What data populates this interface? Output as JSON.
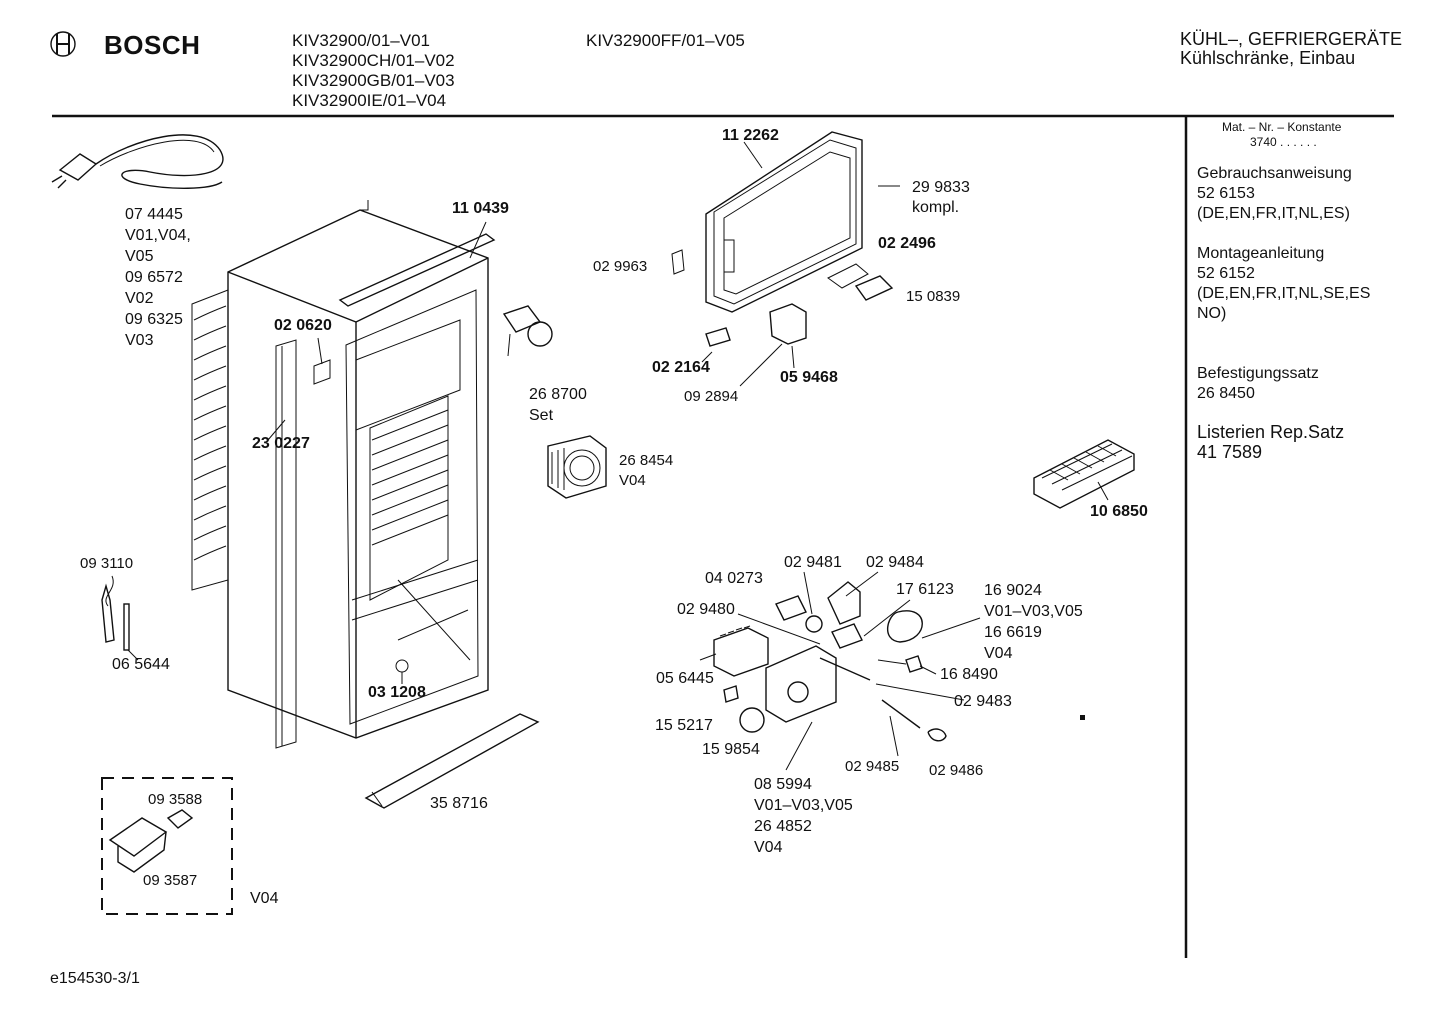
{
  "brand": {
    "name": "BOSCH",
    "logo_icon": "bosch-armature-icon"
  },
  "header": {
    "models_left": [
      "KIV32900/01–V01",
      "KIV32900CH/01–V02",
      "KIV32900GB/01–V03",
      "KIV32900IE/01–V04"
    ],
    "model_right": "KIV32900FF/01–V05",
    "category_line1": "KÜHL–, GEFRIERGERÄTE",
    "category_line2": "Kühlschränke, Einbau"
  },
  "sidebar": {
    "mat_header": "Mat. – Nr. – Konstante",
    "mat_value": "3740  .  .  .  .  .  .",
    "blocks": [
      {
        "title": "Gebrauchsanweisung",
        "lines": [
          "52 6153",
          "(DE,EN,FR,IT,NL,ES)"
        ]
      },
      {
        "title": "Montageanleitung",
        "lines": [
          "52 6152",
          "(DE,EN,FR,IT,NL,SE,ES",
          "NO)"
        ]
      },
      {
        "title": "Befestigungssatz",
        "lines": [
          "26 8450"
        ]
      },
      {
        "title": "Listerien Rep.Satz",
        "lines": [
          "41 7589"
        ]
      }
    ]
  },
  "parts": {
    "cord": [
      "07 4445",
      "V01,V04,",
      "V05",
      "09 6572",
      "V02",
      "09 6325",
      "V03"
    ],
    "p110439": "11 0439",
    "p020620": "02 0620",
    "p230227": "23 0227",
    "p031208": "03 1208",
    "p093110": "09 3110",
    "p065644": "06 5644",
    "p358716": "35 8716",
    "p093588": "09 3588",
    "p093587": "09 3587",
    "v04_box": "V04",
    "p112262": "11 2262",
    "p299833": "29 9833",
    "p299833_note": "kompl.",
    "p029963": "02 9963",
    "p022496": "02 2496",
    "p150839": "15 0839",
    "p022164": "02 2164",
    "p059468": "05 9468",
    "p092894": "09 2894",
    "p268700": "26 8700",
    "p268700_note": "Set",
    "p268454": "26 8454",
    "p268454_note": "V04",
    "p106850": "10 6850",
    "p040273": "04 0273",
    "p029481": "02 9481",
    "p029484": "02 9484",
    "p176123": "17 6123",
    "p169024": [
      "16 9024",
      "V01–V03,V05",
      "16 6619",
      "V04"
    ],
    "p029480": "02 9480",
    "p056445": "05 6445",
    "p168490": "16 8490",
    "p029483": "02 9483",
    "p155217": "15 5217",
    "p159854": "15 9854",
    "p029485": "02 9485",
    "p029486": "02 9486",
    "p085994": [
      "08 5994",
      "V01–V03,V05",
      "26 4852",
      "V04"
    ]
  },
  "footer": {
    "doc_id": "e154530-3/1"
  }
}
